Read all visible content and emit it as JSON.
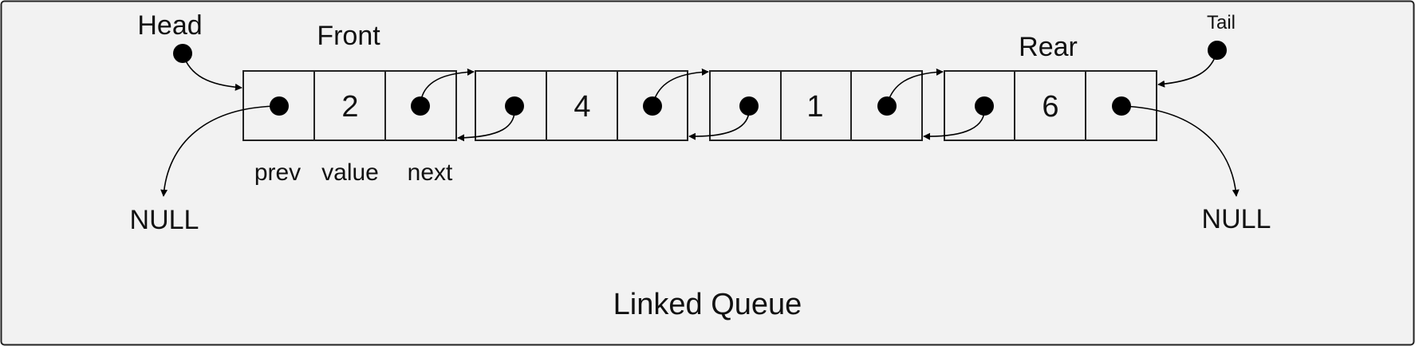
{
  "title": "Linked Queue",
  "pointers": {
    "head": "Head",
    "tail": "Tail",
    "front": "Front",
    "rear": "Rear"
  },
  "null_left": "NULL",
  "null_right": "NULL",
  "field_labels": {
    "prev": "prev",
    "value": "value",
    "next": "next"
  },
  "nodes": [
    {
      "value": "2"
    },
    {
      "value": "4"
    },
    {
      "value": "1"
    },
    {
      "value": "6"
    }
  ],
  "colors": {
    "background": "#f2f2f2",
    "cell_fill": "#f2f2f2",
    "stroke": "#222222",
    "pointer_dot": "#000000"
  }
}
